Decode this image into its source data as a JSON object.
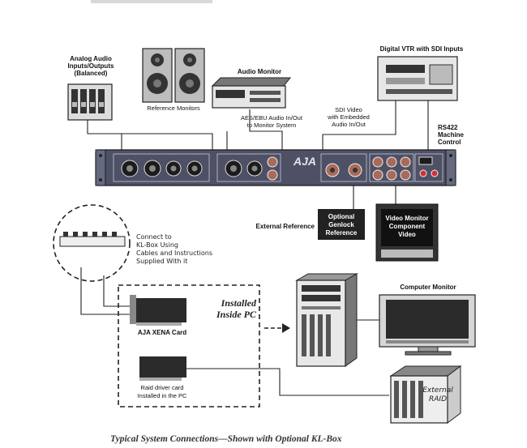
{
  "labels": {
    "analog_audio": [
      "Analog Audio",
      "Inputs/Outputs",
      "(Balanced)"
    ],
    "reference_monitors": "Reference Monitors",
    "audio_monitor": "Audio Monitor",
    "aes_ebu": [
      "AES/EBU Audio In/Out",
      "to Monitor System"
    ],
    "digital_vtr": "Digital VTR with SDI Inputs",
    "sdi_video": [
      "SDI Video",
      "with Embedded",
      "Audio In/Out"
    ],
    "rs422": [
      "RS422",
      "Machine",
      "Control"
    ],
    "brand": "AJA",
    "external_reference": "External Reference",
    "optional_genlock": [
      "Optional",
      "Genlock",
      "Reference"
    ],
    "video_monitor": [
      "Video Monitor",
      "Component",
      "Video"
    ],
    "connect_kl": [
      "Connect to",
      "KL-Box Using",
      "Cables and Instructions",
      "Supplied With it"
    ],
    "installed_pc": [
      "Installed",
      "Inside PC"
    ],
    "xena_card": "AJA XENA Card",
    "raid_card": [
      "Raid driver card",
      "Installed in the PC"
    ],
    "computer_monitor": "Computer Monitor",
    "external_raid": [
      "External",
      "RAID"
    ]
  },
  "caption": "Typical System Connections—Shown with Optional KL-Box"
}
